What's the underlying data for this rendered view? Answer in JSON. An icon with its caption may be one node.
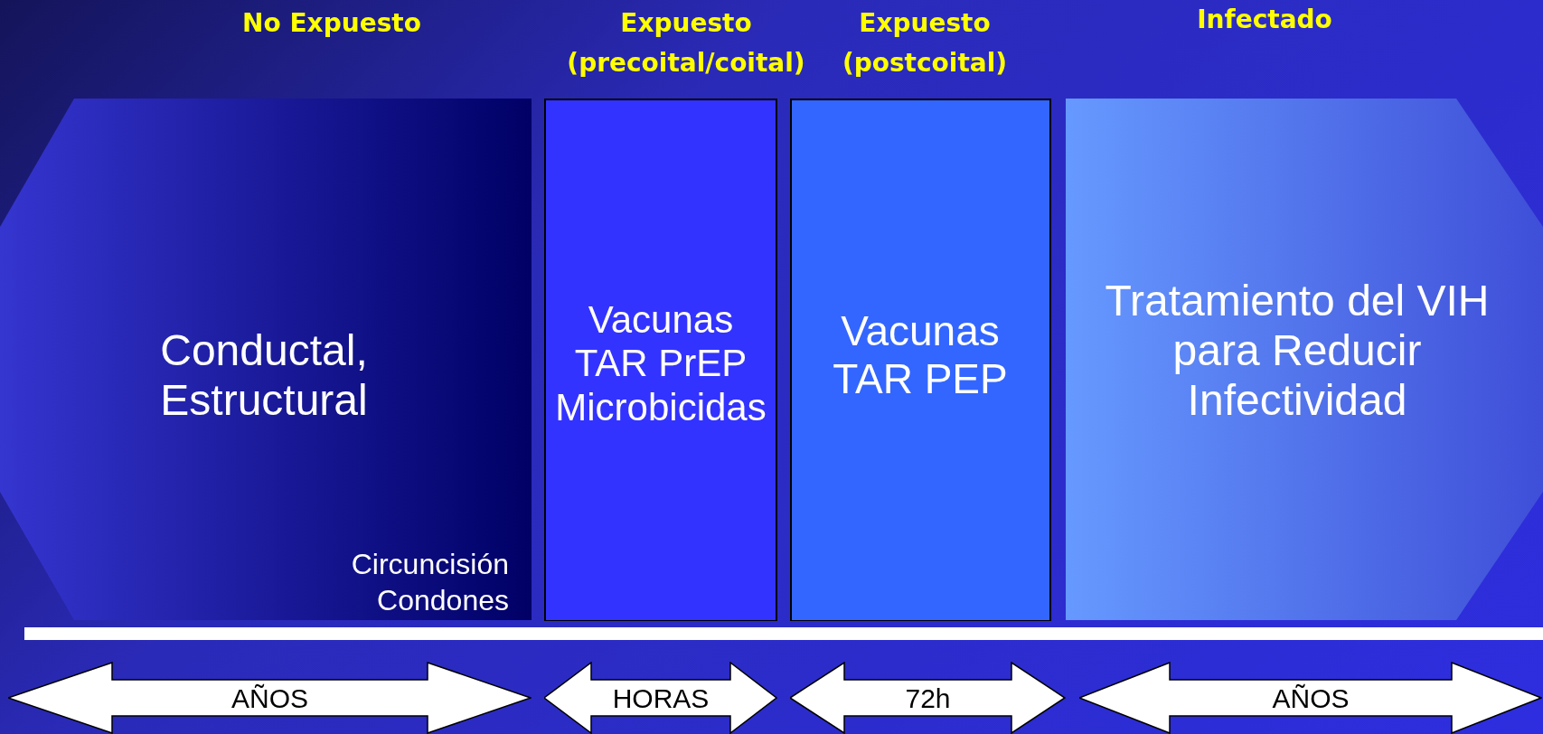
{
  "diagram": {
    "nodes": [
      {
        "text": [
          "No Expuesto",
          "Conductal, Estructural",
          "Circuncisión Condones"
        ]
      },
      {
        "text": [
          "Expuesto (precoital/coital)",
          "Vacunas TAR PrEP Microbicidas"
        ]
      },
      {
        "text": [
          "Expuesto (postcoital)",
          "Vacunas TAR PEP"
        ]
      },
      {
        "text": [
          "Infectado",
          "Tratamiento del VIH para Reducir Infectividad"
        ]
      },
      {
        "text": [],
        "shape": "bar"
      },
      {
        "text": [
          "AÑOS"
        ]
      },
      {
        "text": [
          "HORAS"
        ]
      },
      {
        "text": [
          "72h"
        ]
      },
      {
        "text": [
          "AÑOS"
        ]
      }
    ],
    "edges": []
  }
}
